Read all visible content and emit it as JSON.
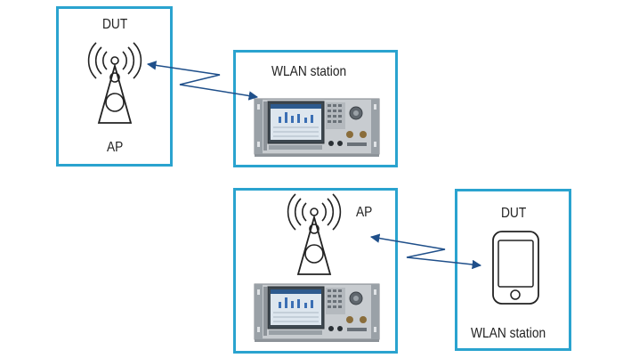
{
  "scenario_top": {
    "dut_label": "DUT",
    "ap_label": "AP",
    "station_label": "WLAN station"
  },
  "scenario_bottom": {
    "ap_label": "AP",
    "dut_label": "DUT",
    "station_label": "WLAN station"
  },
  "colors": {
    "panel_border": "#2aa3cf",
    "link_arrow": "#1f4f8a",
    "instrument_body": "#c8ccd0"
  },
  "icons": [
    "antenna-tower-icon",
    "radio-tester-icon",
    "smartphone-icon",
    "wireless-link-arrow"
  ]
}
